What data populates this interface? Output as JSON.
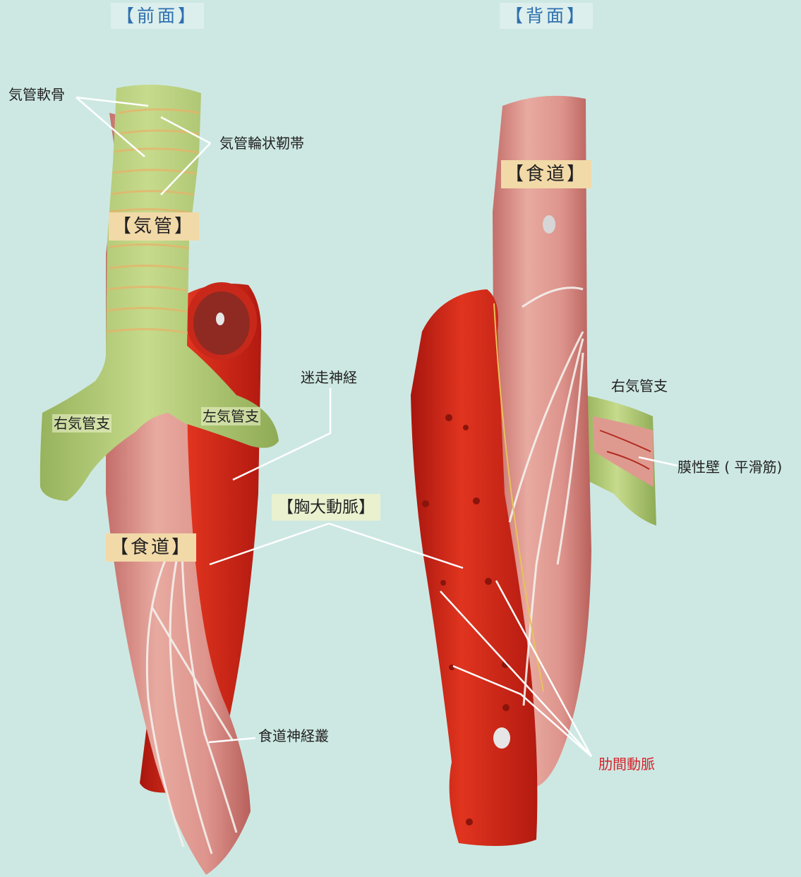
{
  "views": {
    "front": "【前面】",
    "back": "【背面】"
  },
  "organs": {
    "front_trachea": "【気管】",
    "front_esophagus": "【食道】",
    "back_esophagus": "【食道】",
    "thoracic_aorta": "【胸大動脈】"
  },
  "labels": {
    "tracheal_cartilage": "気管軟骨",
    "annular_ligament": "気管輪状靭帯",
    "vagus_nerve": "迷走神経",
    "right_bronchus_front": "右気管支",
    "left_bronchus": "左気管支",
    "esophageal_plexus": "食道神経叢",
    "right_bronchus_back": "右気管支",
    "membranous_wall": "膜性壁 ( 平滑筋)",
    "intercostal_artery": "肋間動脈"
  },
  "colors": {
    "background": "#cde8e3",
    "trachea": "#b7cf78",
    "esophagus": "#d98c86",
    "aorta": "#d42b1e",
    "leader_line": "#ffffff",
    "title_blue": "#2f6fb0",
    "highlight_red": "#d6222a"
  }
}
